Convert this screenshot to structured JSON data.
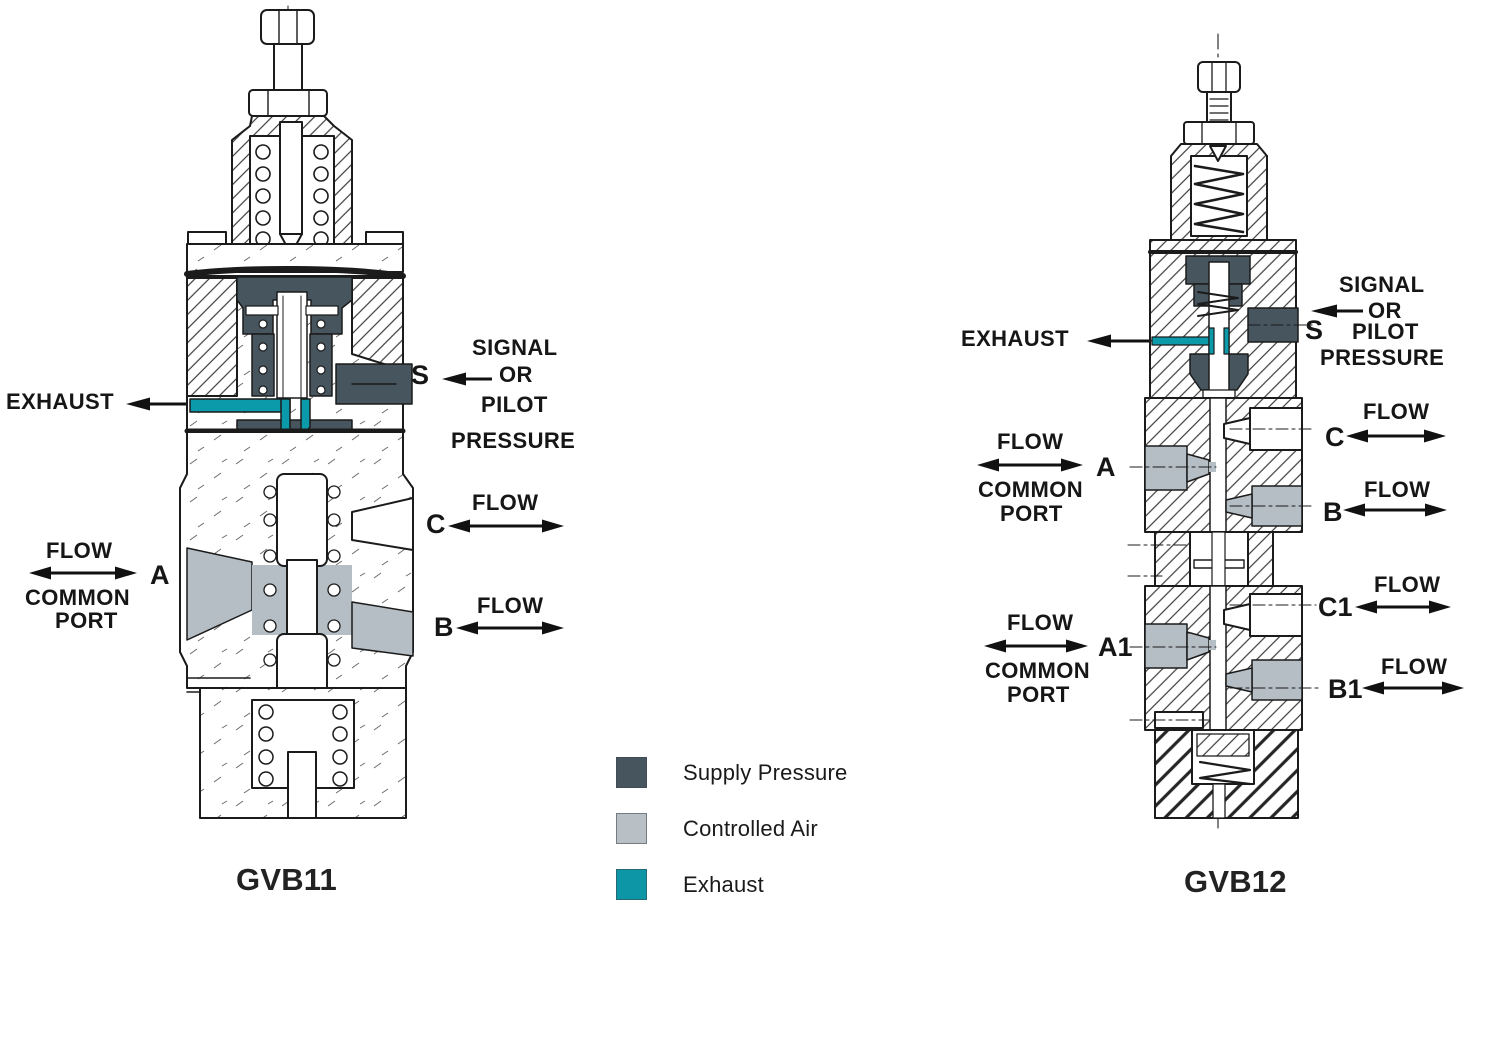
{
  "colors": {
    "supply": "#47555f",
    "controlled": "#b5bec5",
    "exhaust": "#0b9aa9",
    "line": "#1b1b1b"
  },
  "legend": {
    "items": [
      {
        "label": "Supply Pressure",
        "color": "#47555f"
      },
      {
        "label": "Controlled Air",
        "color": "#b8c0c6"
      },
      {
        "label": "Exhaust",
        "color": "#0c96a6"
      }
    ]
  },
  "gvb11": {
    "title": "GVB11",
    "exhaust": {
      "label": "EXHAUST"
    },
    "signal": {
      "line1": "SIGNAL",
      "line2": "OR",
      "line3": "PILOT",
      "line4": "PRESSURE",
      "s": "S"
    },
    "port_c": {
      "flow": "FLOW",
      "letter": "C"
    },
    "port_a": {
      "flow": "FLOW",
      "letter": "A",
      "common": "COMMON",
      "port": "PORT"
    },
    "port_b": {
      "flow": "FLOW",
      "letter": "B"
    }
  },
  "gvb12": {
    "title": "GVB12",
    "exhaust": {
      "label": "EXHAUST"
    },
    "signal": {
      "line1": "SIGNAL",
      "line2": "OR",
      "line3": "PILOT",
      "line4": "PRESSURE",
      "s": "S"
    },
    "port_c": {
      "flow": "FLOW",
      "letter": "C"
    },
    "port_a": {
      "flow": "FLOW",
      "letter": "A",
      "common": "COMMON",
      "port": "PORT"
    },
    "port_b": {
      "flow": "FLOW",
      "letter": "B"
    },
    "port_c1": {
      "flow": "FLOW",
      "letter": "C1"
    },
    "port_a1": {
      "flow": "FLOW",
      "letter": "A1",
      "common": "COMMON",
      "port": "PORT"
    },
    "port_b1": {
      "flow": "FLOW",
      "letter": "B1"
    }
  }
}
